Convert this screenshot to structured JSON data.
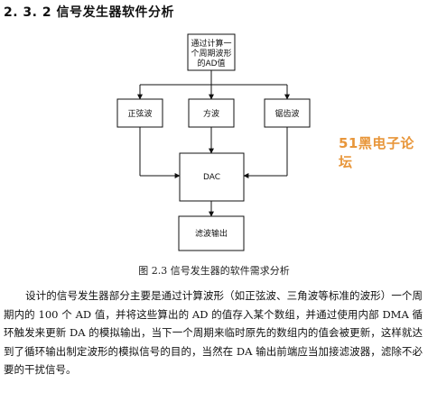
{
  "heading": "2. 3. 2  信号发生器软件分析",
  "diagram": {
    "top_box": [
      "通过计算一",
      "个周期波形",
      "的AD值"
    ],
    "sine": "正弦波",
    "square": "方波",
    "saw": "锯齿波",
    "dac": "DAC",
    "filter": "滤波输出"
  },
  "watermark": "51黑电子论坛",
  "caption": "图 2.3  信号发生器的软件需求分析",
  "body": "设计的信号发生器部分主要是通过计算波形（如正弦波、三角波等标准的波形）一个周期内的 100 个 AD 值，并将这些算出的 AD 的值存入某个数组，并通过使用内部 DMA 循环触发来更新 DA 的模拟输出，当下一个周期来临时原先的数组内的值会被更新，这样就达到了循环输出制定波形的模拟信号的目的，当然在 DA 输出前端应当加接滤波器，滤除不必要的干扰信号。"
}
